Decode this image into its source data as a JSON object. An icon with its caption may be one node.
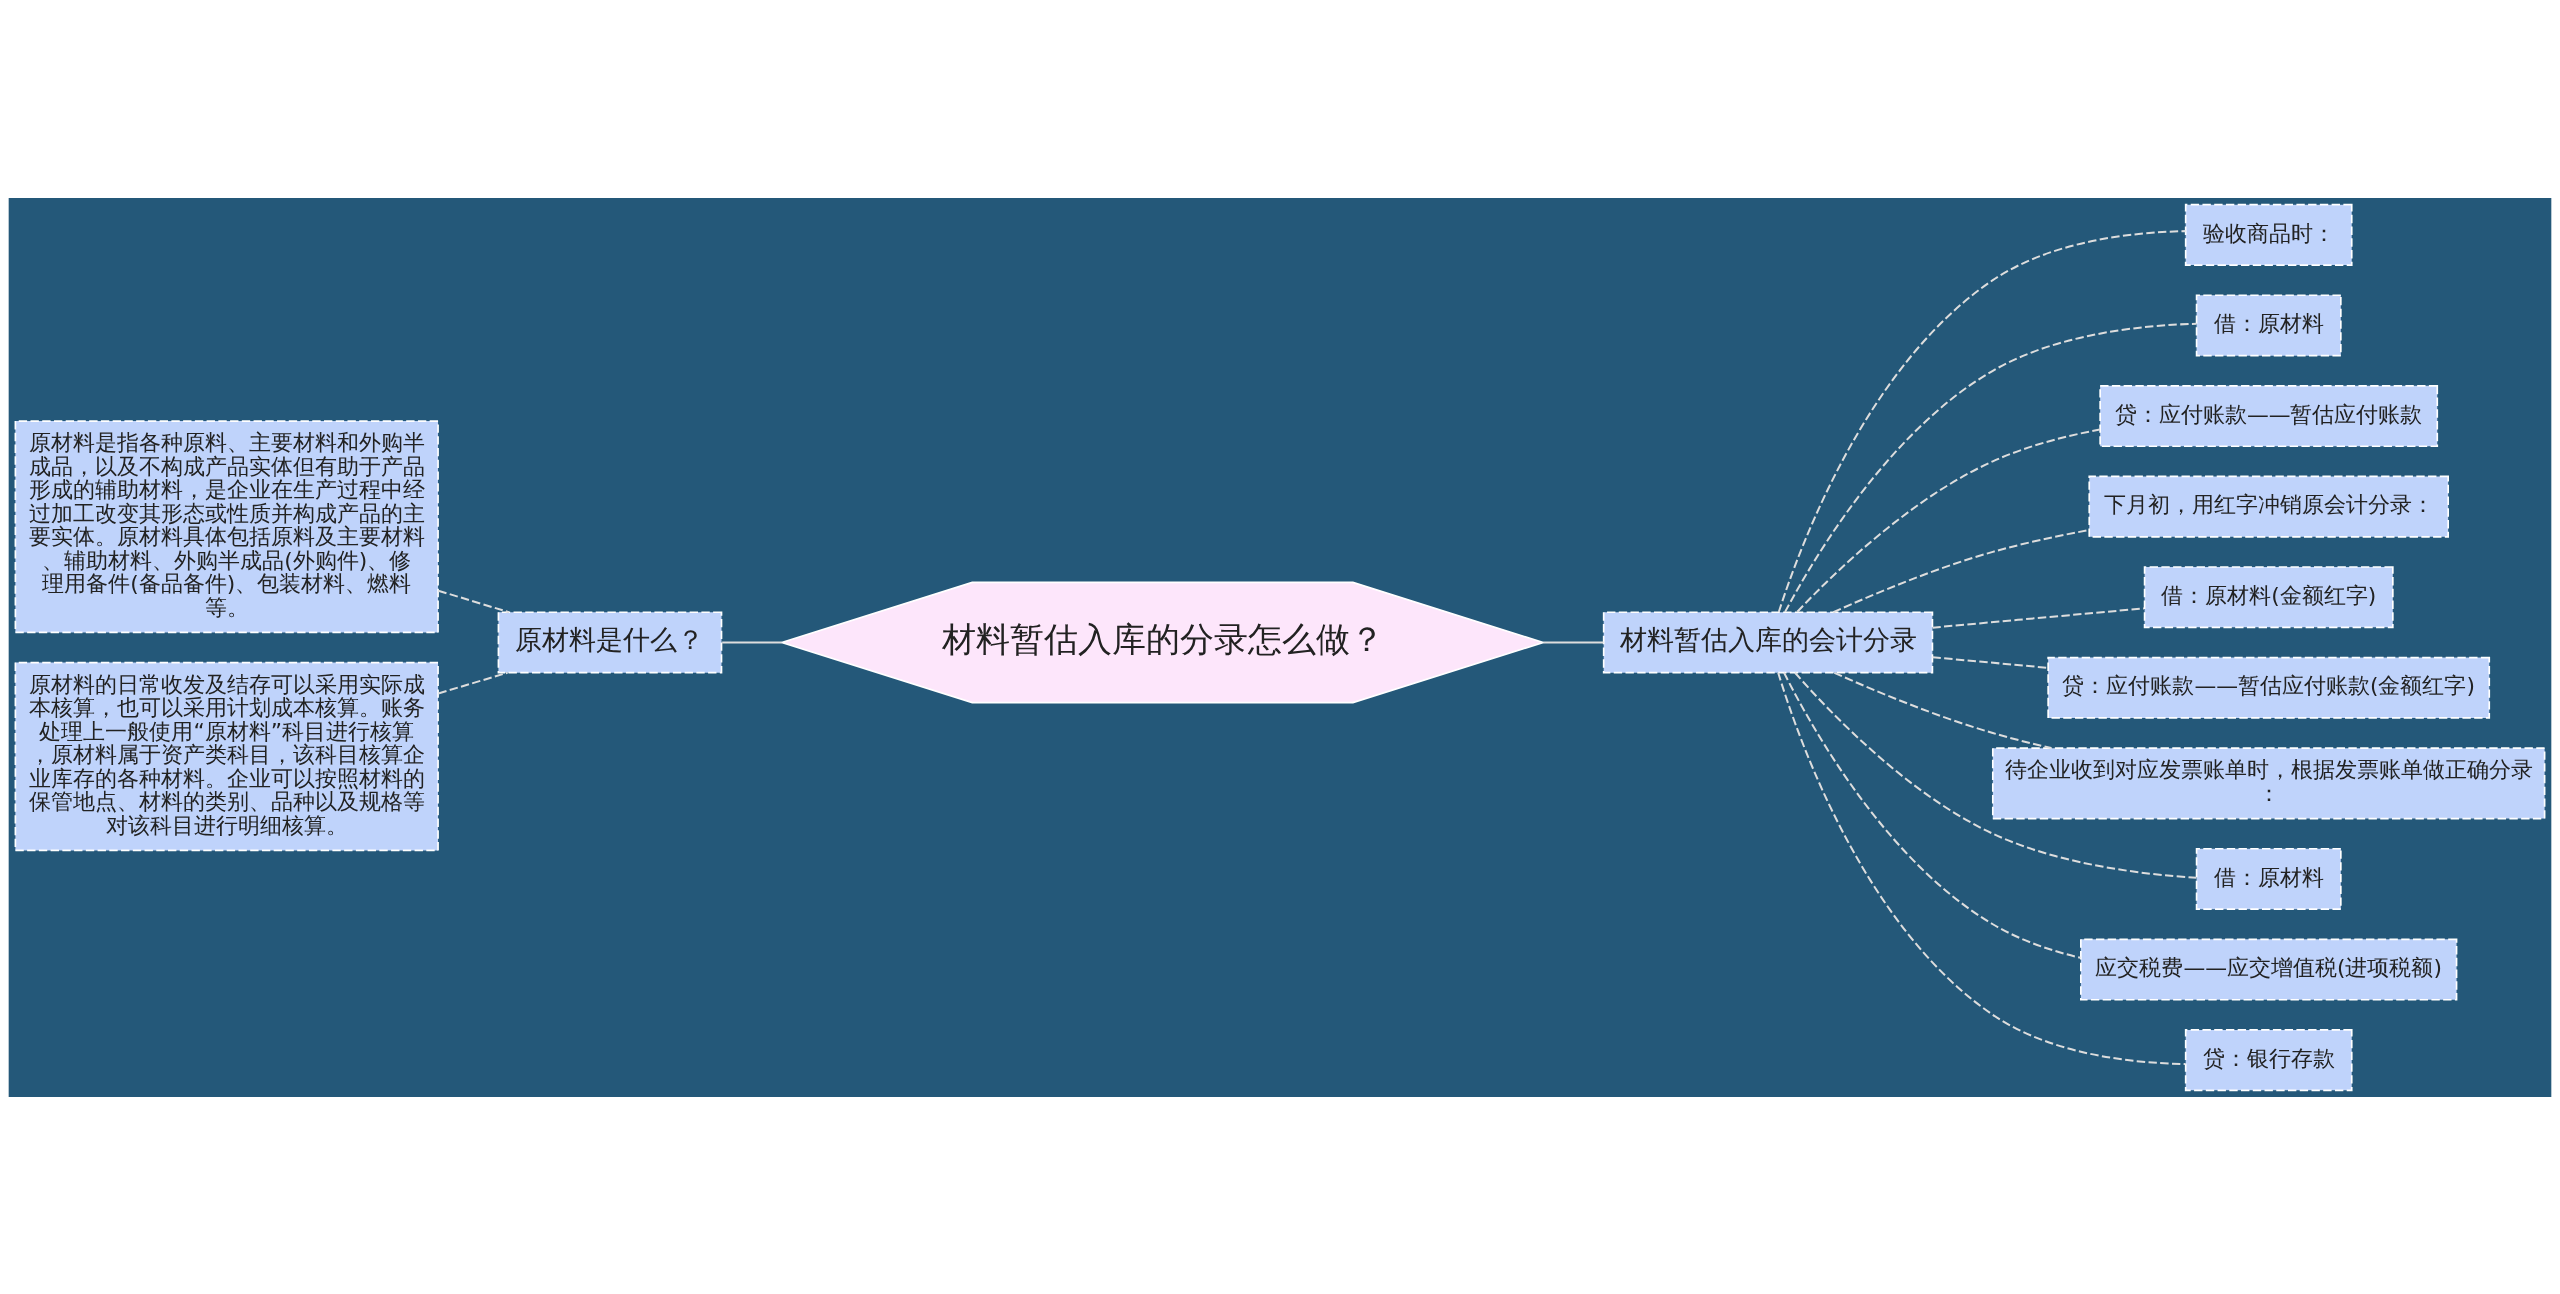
{
  "diagram": {
    "nodes": [
      {
        "text": [
          "材料暂估入库的分录怎么做？"
        ]
      },
      {
        "text": [
          "原材料是什么？"
        ]
      },
      {
        "text": [
          "原材料是指各种原料、主要材料和外购半成品，以及不构成产品实体但有助于产品形成的辅助材料，是企业在生产过程中经过加工改变其形态或性质并构成产品的主要实体。原材料具体包括原料及主要材料、辅助材料、外购半成品(外购件)、修理用备件(备品备件)、包装材料、燃料等。"
        ]
      },
      {
        "text": [
          "原材料的日常收发及结存可以采用实际成本核算，也可以采用计划成本核算。账务处理上一般使用“原材料”科目进行核算，原材料属于资产类科目，该科目核算企业库存的各种材料。企业可以按照材料的保管地点、材料的类别、品种以及规格等对该科目进行明细核算。"
        ]
      },
      {
        "text": [
          "材料暂估入库的会计分录"
        ]
      },
      {
        "text": [
          "验收商品时："
        ]
      },
      {
        "text": [
          "借：原材料"
        ]
      },
      {
        "text": [
          "贷：应付账款——暂估应付账款"
        ]
      },
      {
        "text": [
          "下月初，用红字冲销原会计分录："
        ]
      },
      {
        "text": [
          "借：原材料(金额红字)"
        ]
      },
      {
        "text": [
          "贷：应付账款——暂估应付账款(金额红字)"
        ]
      },
      {
        "text": [
          "待企业收到对应发票账单时，根据发票账单做正确分录："
        ]
      },
      {
        "text": [
          "借：原材料"
        ]
      },
      {
        "text": [
          "应交税费——应交增值税(进项税额)"
        ]
      },
      {
        "text": [
          "贷：银行存款"
        ]
      }
    ],
    "edges": [
      {
        "from": 0,
        "to": 1,
        "arrow": "none"
      },
      {
        "from": 1,
        "to": 2,
        "arrow": "none",
        "style": "dashed"
      },
      {
        "from": 1,
        "to": 3,
        "arrow": "none",
        "style": "dashed"
      },
      {
        "from": 0,
        "to": 4,
        "arrow": "none"
      },
      {
        "from": 4,
        "to": 5,
        "arrow": "none",
        "style": "dashed"
      },
      {
        "from": 4,
        "to": 6,
        "arrow": "none",
        "style": "dashed"
      },
      {
        "from": 4,
        "to": 7,
        "arrow": "none",
        "style": "dashed"
      },
      {
        "from": 4,
        "to": 8,
        "arrow": "none",
        "style": "dashed"
      },
      {
        "from": 4,
        "to": 9,
        "arrow": "none",
        "style": "dashed"
      },
      {
        "from": 4,
        "to": 10,
        "arrow": "none",
        "style": "dashed"
      },
      {
        "from": 4,
        "to": 11,
        "arrow": "none",
        "style": "dashed"
      },
      {
        "from": 4,
        "to": 12,
        "arrow": "none",
        "style": "dashed"
      },
      {
        "from": 4,
        "to": 13,
        "arrow": "none",
        "style": "dashed"
      },
      {
        "from": 4,
        "to": 14,
        "arrow": "none",
        "style": "dashed"
      }
    ]
  }
}
